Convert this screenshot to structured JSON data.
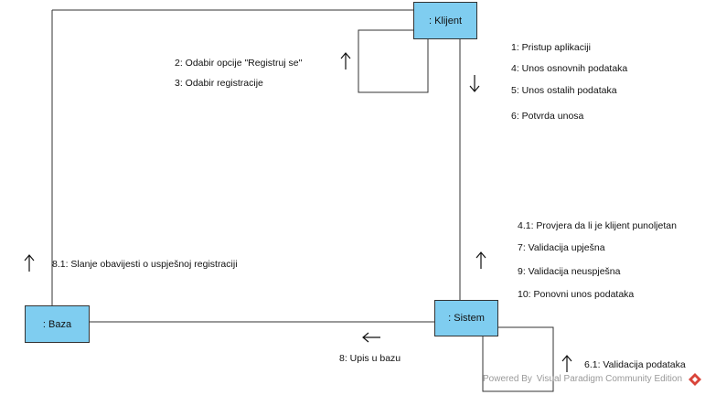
{
  "objects": {
    "klijent": ": Klijent",
    "baza": ": Baza",
    "sistem": ": Sistem"
  },
  "messages": {
    "m1": "1: Pristup aplikaciji",
    "m4": "4: Unos osnovnih podataka",
    "m5": "5: Unos ostalih podataka",
    "m6": "6: Potvrda unosa",
    "m2": "2: Odabir opcije \"Registruj se\"",
    "m3": "3: Odabir registracije",
    "m41": "4.1: Provjera da li je klijent punoljetan",
    "m7": "7: Validacija upješna",
    "m9": "9: Validacija neuspješna",
    "m10": "10: Ponovni unos podataka",
    "m81": "8.1: Slanje obavijesti o uspješnoj registraciji",
    "m8": "8: Upis u bazu",
    "m61": "6.1: Validacija podataka"
  },
  "watermark": "Powered By  Visual Paradigm Community Edition",
  "colors": {
    "object_fill": "#7fcdf0",
    "line": "#333333",
    "watermark": "#999999",
    "logo_red": "#d9443a"
  }
}
